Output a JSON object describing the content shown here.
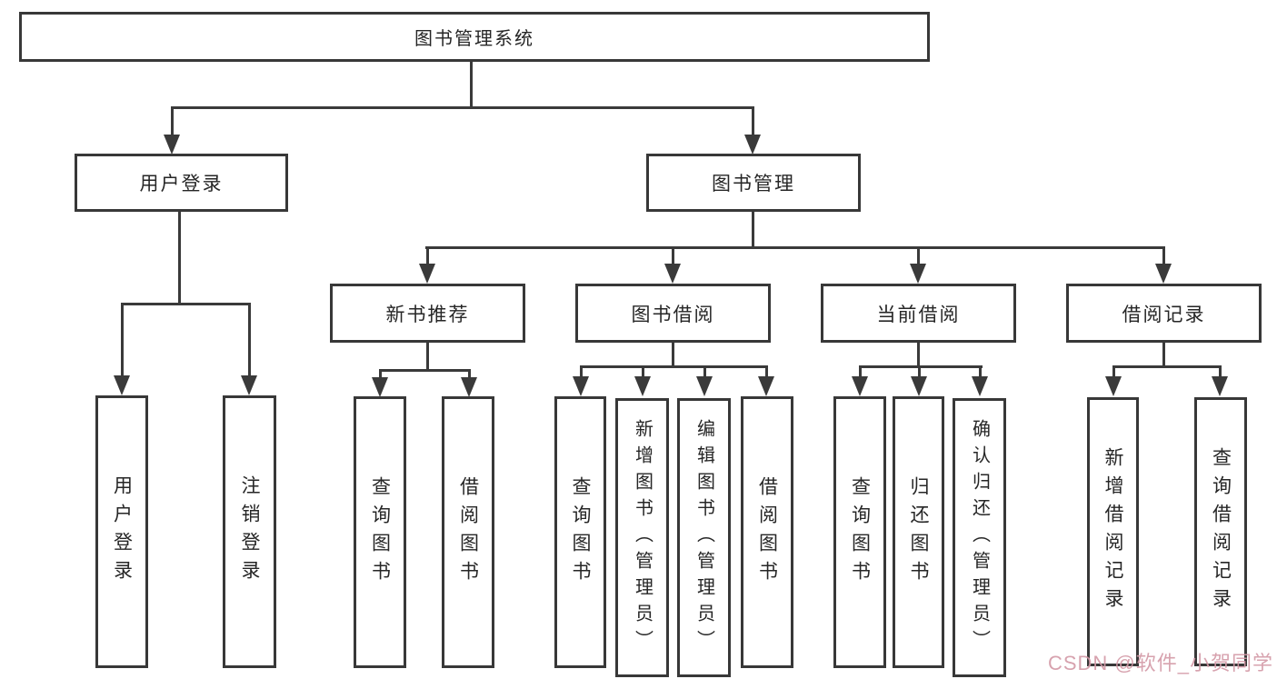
{
  "diagram_type": "hierarchy-tree",
  "colors": {
    "line": "#3a3a3a",
    "box_border": "#383838",
    "box_background": "#ffffff",
    "text": "#262626",
    "page_background": "#ffffff",
    "watermark": "#d398a6"
  },
  "watermark": {
    "text": "CSDN @软件_小贺同学"
  },
  "tree": {
    "label": "图书管理系统",
    "children": [
      {
        "label": "用户登录",
        "children": [
          {
            "label": "用户登录"
          },
          {
            "label": "注销登录"
          }
        ]
      },
      {
        "label": "图书管理",
        "children": [
          {
            "label": "新书推荐",
            "children": [
              {
                "label": "查询图书"
              },
              {
                "label": "借阅图书"
              }
            ]
          },
          {
            "label": "图书借阅",
            "children": [
              {
                "label": "查询图书"
              },
              {
                "label": "新增图书（管理员）"
              },
              {
                "label": "编辑图书（管理员）"
              },
              {
                "label": "借阅图书"
              }
            ]
          },
          {
            "label": "当前借阅",
            "children": [
              {
                "label": "查询图书"
              },
              {
                "label": "归还图书"
              },
              {
                "label": "确认归还（管理员）"
              }
            ]
          },
          {
            "label": "借阅记录",
            "children": [
              {
                "label": "新增借阅记录"
              },
              {
                "label": "查询借阅记录"
              }
            ]
          }
        ]
      }
    ]
  }
}
